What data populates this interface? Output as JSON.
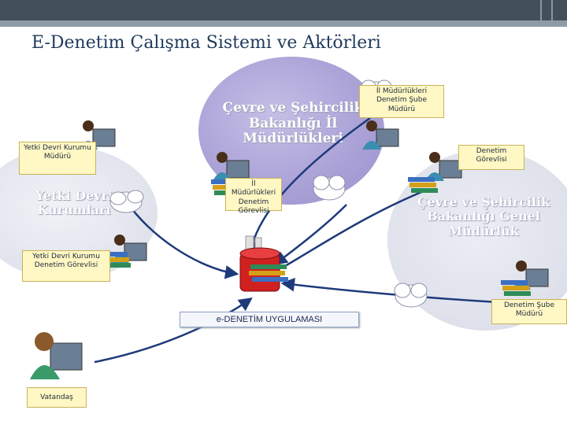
{
  "title": "E-Denetim Çalışma Sistemi ve Aktörleri",
  "clusters": {
    "ministry": "Çevre ve Şehircilik Bakanlığı İl Müdürlükleri",
    "directorate": "Çevre ve Şehircilik Bakanlığı Genel Müdürlük",
    "authorized": "Yetki Devri Kurumları"
  },
  "actors": {
    "il_mudurlukleri_sube": "İl Müdürlükleri Denetim Şube Müdürü",
    "yetki_devri_mudur": "Yetki Devri Kurumu Müdürü",
    "denetim_gorevlisi": "Denetim Görevlisi",
    "il_mudurlukleri_gorevli": "İl Müdürlükleri Denetim Görevlisi",
    "yetki_devri_gorevli": "Yetki Devri Kurumu Denetim Görevlisi",
    "denetim_sube_muduru": "Denetim Şube Müdürü",
    "vatandas": "Vatandaş"
  },
  "app": {
    "label": "e-DENETİM UYGULAMASI"
  },
  "colors": {
    "cluster_fill": "#a9a0d6",
    "label_fill": "#fff7c4",
    "title": "#1f3a5c",
    "edge": "#1e3a7a",
    "database": "#d02020"
  }
}
